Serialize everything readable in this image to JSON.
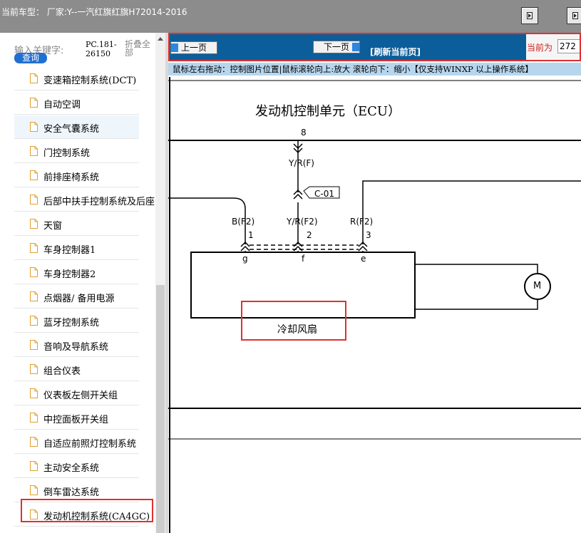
{
  "topbar": {
    "title": "当前车型：  厂家:Y--一汽红旗红旗H72014-2016"
  },
  "sidebar": {
    "search": {
      "label": "输入关键字:",
      "value": "PC.181-26150",
      "fold_all": "折叠全部",
      "query_button": "查询"
    },
    "items": [
      {
        "label": "变速箱控制系统(DCT)"
      },
      {
        "label": "自动空调"
      },
      {
        "label": "安全气囊系统",
        "selected": true
      },
      {
        "label": "门控制系统"
      },
      {
        "label": "前排座椅系统"
      },
      {
        "label": "后部中扶手控制系统及后座"
      },
      {
        "label": "天窗"
      },
      {
        "label": "车身控制器1"
      },
      {
        "label": "车身控制器2"
      },
      {
        "label": "点烟器/ 备用电源"
      },
      {
        "label": "蓝牙控制系统"
      },
      {
        "label": "音响及导航系统"
      },
      {
        "label": "组合仪表"
      },
      {
        "label": "仪表板左侧开关组"
      },
      {
        "label": "中控面板开关组"
      },
      {
        "label": "自适应前照灯控制系统"
      },
      {
        "label": "主动安全系统"
      },
      {
        "label": "倒车雷达系统"
      },
      {
        "label": "发动机控制系统(CA4GC)"
      }
    ]
  },
  "nav": {
    "prev_label": "上一页",
    "next_label": "下一页",
    "refresh_label": "[刷新当前页]",
    "current_label": "当前为",
    "current_page": "272"
  },
  "hint": "鼠标左右拖动：控制图片位置|鼠标滚轮向上:放大  滚轮向下：缩小【仅支持WINXP 以上操作系统】",
  "diagram": {
    "title": "发动机控制单元（ECU）",
    "pin_top": "8",
    "wire_top": "Y/R(F)",
    "connector": "C-01",
    "wires": [
      {
        "label": "B(F2)",
        "pin": "1",
        "term": "g"
      },
      {
        "label": "Y/R(F2)",
        "pin": "2",
        "term": "f"
      },
      {
        "label": "R(F2)",
        "pin": "3",
        "term": "e"
      }
    ],
    "component": "冷却风扇",
    "motor": "M"
  }
}
